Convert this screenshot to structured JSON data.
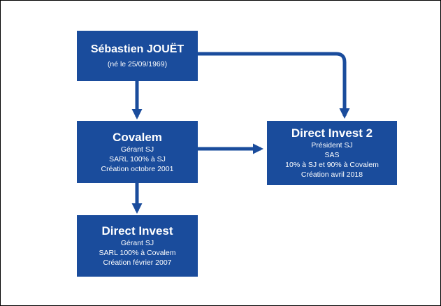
{
  "colors": {
    "box_fill": "#1a4c9c",
    "text": "#ffffff",
    "connector": "#1a4c9c"
  },
  "nodes": {
    "sebastien": {
      "title": "Sébastien JOUËT",
      "lines": [
        "(né le 25/09/1969)"
      ]
    },
    "covalem": {
      "title": "Covalem",
      "lines": [
        "Gérant SJ",
        "SARL 100% à SJ",
        "Création octobre 2001"
      ]
    },
    "direct_invest": {
      "title": "Direct Invest",
      "lines": [
        "Gérant SJ",
        "SARL 100% à Covalem",
        "Création février 2007"
      ]
    },
    "direct_invest_2": {
      "title": "Direct Invest 2",
      "lines": [
        "Président SJ",
        "SAS",
        "10% à SJ et 90% à Covalem",
        "Création avril 2018"
      ]
    }
  },
  "edges": [
    {
      "from": "sebastien",
      "to": "covalem"
    },
    {
      "from": "covalem",
      "to": "direct_invest"
    },
    {
      "from": "covalem",
      "to": "direct_invest_2"
    },
    {
      "from": "sebastien",
      "to": "direct_invest_2"
    }
  ]
}
